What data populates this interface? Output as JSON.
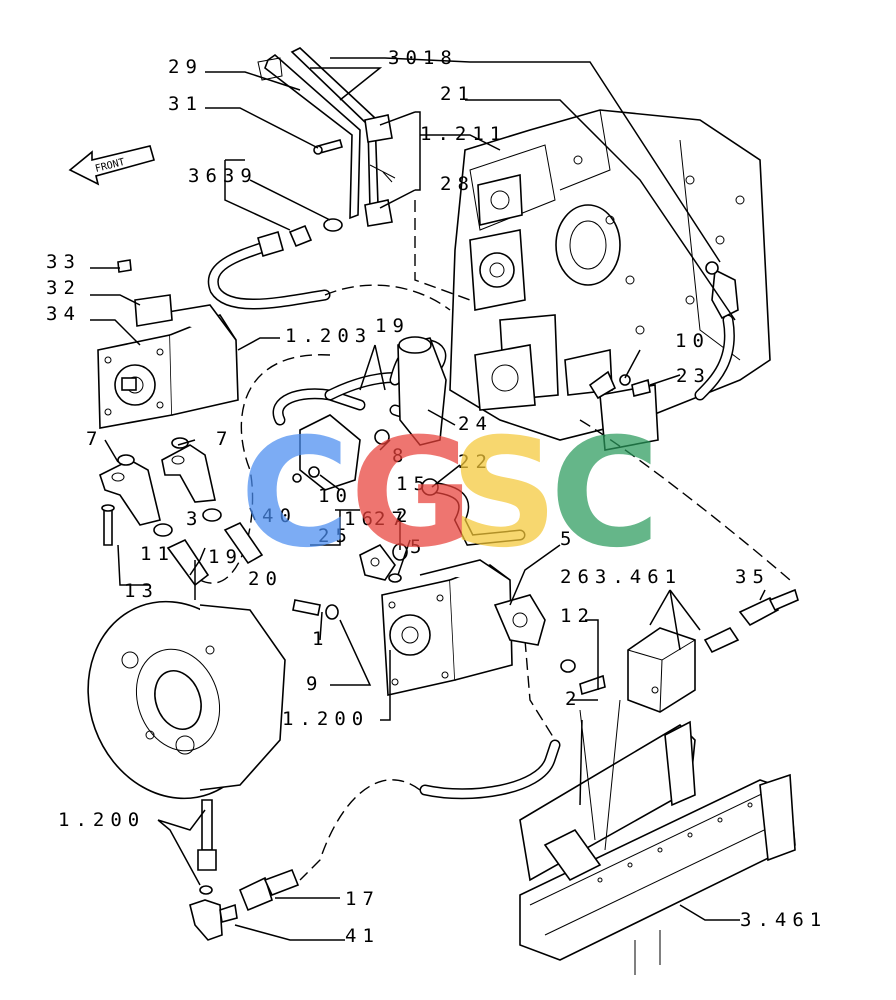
{
  "diagram": {
    "labels": {
      "l29": "29",
      "l3018": "3018",
      "l31": "31",
      "l21": "21",
      "l1211": "1.211",
      "l3639": "3639",
      "l28": "28",
      "l33": "33",
      "l32": "32",
      "l34": "34",
      "l1203": "1.203",
      "l19top": "19",
      "l10right": "10",
      "l23": "23",
      "l7left": "7",
      "l7right": "7",
      "l24": "24",
      "l8": "8",
      "l22": "22",
      "l10mid": "10",
      "l15": "15",
      "l3": "3",
      "l40": "40",
      "l16": "16",
      "l27": "27",
      "l2": "2",
      "l11": "11",
      "l19low": "19",
      "l25": "25",
      "l5left": "5",
      "l5right": "5",
      "l20": "20",
      "l263461": "263.461",
      "l35": "35",
      "l13": "13",
      "l12": "12",
      "l1": "1",
      "l2b": "2",
      "l9": "9",
      "l1200a": "1.200",
      "l1200b": "1.200",
      "l17": "17",
      "l3461": "3.461",
      "l41": "41",
      "front": "FRONT"
    },
    "watermark": {
      "letters": [
        "C",
        "G",
        "S",
        "C"
      ],
      "colors": [
        "#4a8df0",
        "#e8413a",
        "#f5c838",
        "#2a9a5c"
      ]
    }
  }
}
